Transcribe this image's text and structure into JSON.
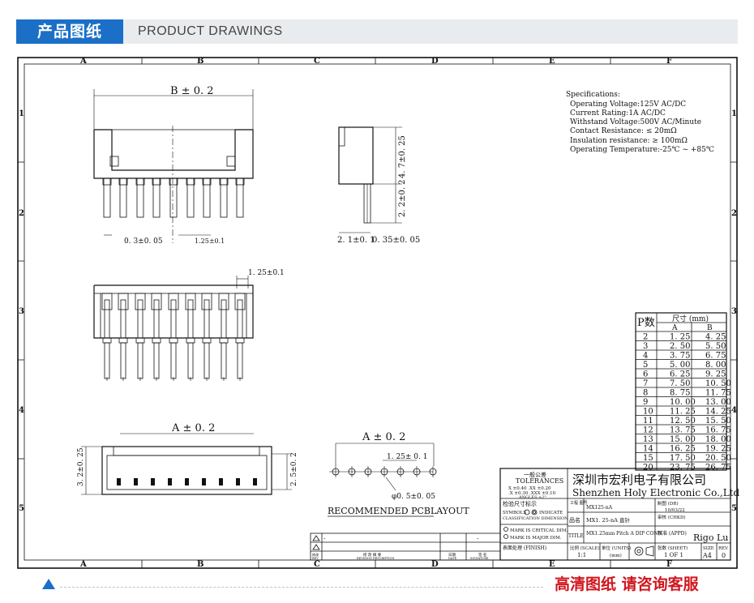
{
  "header": {
    "tag": "产品图纸",
    "title": "PRODUCT DRAWINGS"
  },
  "footer": {
    "cta": "高清图纸 请咨询客服"
  },
  "frame": {
    "cols": [
      "A",
      "B",
      "C",
      "D",
      "E",
      "F"
    ],
    "rows": [
      "1",
      "2",
      "3",
      "4",
      "5"
    ]
  },
  "specs": {
    "title": "Specifications:",
    "lines": [
      "Operating Voltage:125V AC/DC",
      "Current Rating:1A AC/DC",
      "Withstand Voltage:500V AC/Minute",
      "Contact Resistance: ≤ 20mΩ",
      "Insulation resistance: ≥ 100mΩ",
      "Operating Temperature:-25℃ ~ +85℃"
    ]
  },
  "dims": {
    "top_width": "B ± 0. 2",
    "pin_width": "0. 3±0. 05",
    "pin_pitch": "1.25±0.1",
    "side_height1": "4. 7±0. 25",
    "side_height2": "2. 2±0. 2",
    "side_w1": "2. 1±0. 1",
    "side_w2": "0. 35±0. 05",
    "mid_pitch": "1. 25±0.1",
    "bottom_a": "A ± 0. 2",
    "bottom_h_left": "3. 2±0. 25",
    "bottom_h_right": "2. 5±0. 2",
    "pcb_a": "A ± 0. 2",
    "pcb_pitch": "1. 25± 0. 1",
    "pcb_hole": "φ0. 5±0. 05",
    "pcb_label": "RECOMMENDED  PCBLAYOUT"
  },
  "table": {
    "h_p": "P数",
    "h_size": "尺寸  (mm)",
    "h_a": "A",
    "h_b": "B",
    "rows": [
      [
        "2",
        "1. 25",
        "4. 25"
      ],
      [
        "3",
        "2. 50",
        "5. 50"
      ],
      [
        "4",
        "3. 75",
        "6. 75"
      ],
      [
        "5",
        "5. 00",
        "8. 00"
      ],
      [
        "6",
        "6. 25",
        "9. 25"
      ],
      [
        "7",
        "7. 50",
        "10. 50"
      ],
      [
        "8",
        "8. 75",
        "11. 75"
      ],
      [
        "9",
        "10. 00",
        "13. 00"
      ],
      [
        "10",
        "11. 25",
        "14. 25"
      ],
      [
        "11",
        "12. 50",
        "15. 50"
      ],
      [
        "12",
        "13. 75",
        "16. 75"
      ],
      [
        "13",
        "15. 00",
        "18. 00"
      ],
      [
        "14",
        "16. 25",
        "19. 25"
      ],
      [
        "15",
        "17. 50",
        "20. 50"
      ],
      [
        "20",
        "23. 75",
        "26. 75"
      ]
    ]
  },
  "title_block": {
    "tol_title": "一般公差",
    "tol_sub": "TOLERANCES",
    "tol_l1": "X  ±0.40   .XX ±0.20",
    "tol_l2": ".X ±0.30  .XXX ±0.10",
    "tol_l3": "ANGLES    ±2°",
    "company_cn": "深圳市宏利电子有限公司",
    "company_en": "Shenzhen Holy Electronic Co.,Ltd",
    "inspect": "检验尺寸标示",
    "symbols": "SYMBOLS",
    "indicate": "INDICATE",
    "classification": "CLASSIFICATION DIMENSION",
    "critical": "MARK IS CRITICAL DIM.",
    "major": "MARK IS MAJOR DIM.",
    "finish": "表面处理 (FINISH)",
    "partno_label": "工程\n图号",
    "partno": "MX125-nA",
    "pname_label": "品名",
    "pname": "MX1. 25-nA  直针",
    "title_label": "TITLE",
    "title_val": "MX1.25mm  Pitch  A DIP CONN",
    "drawn_label": "制图 (DR)",
    "drawn_date": "10/03/22",
    "checked_label": "审核 (CHKD)",
    "appd_label": "核准 (APPD)",
    "appd_name": "Rigo Lu",
    "scale_label": "比例 (SCALE)",
    "scale": "1:1",
    "units_label": "单位 (UNITS)",
    "units": "(mm)",
    "sheet_label": "张数 (SHEET)",
    "sheet": "1  OF  1",
    "size_label": "SIZE",
    "size": "A4",
    "rev_label": "REV",
    "rev": "0",
    "revision_label": "修  改  摘  要",
    "revision_en": "REVISION DESCRIPTION",
    "date_label": "日期",
    "date_en": "DATE",
    "sign_label": "签  名",
    "sign_en": "SIGNATURE",
    "rev_col": "修改",
    "rev_col_en": "REV"
  }
}
